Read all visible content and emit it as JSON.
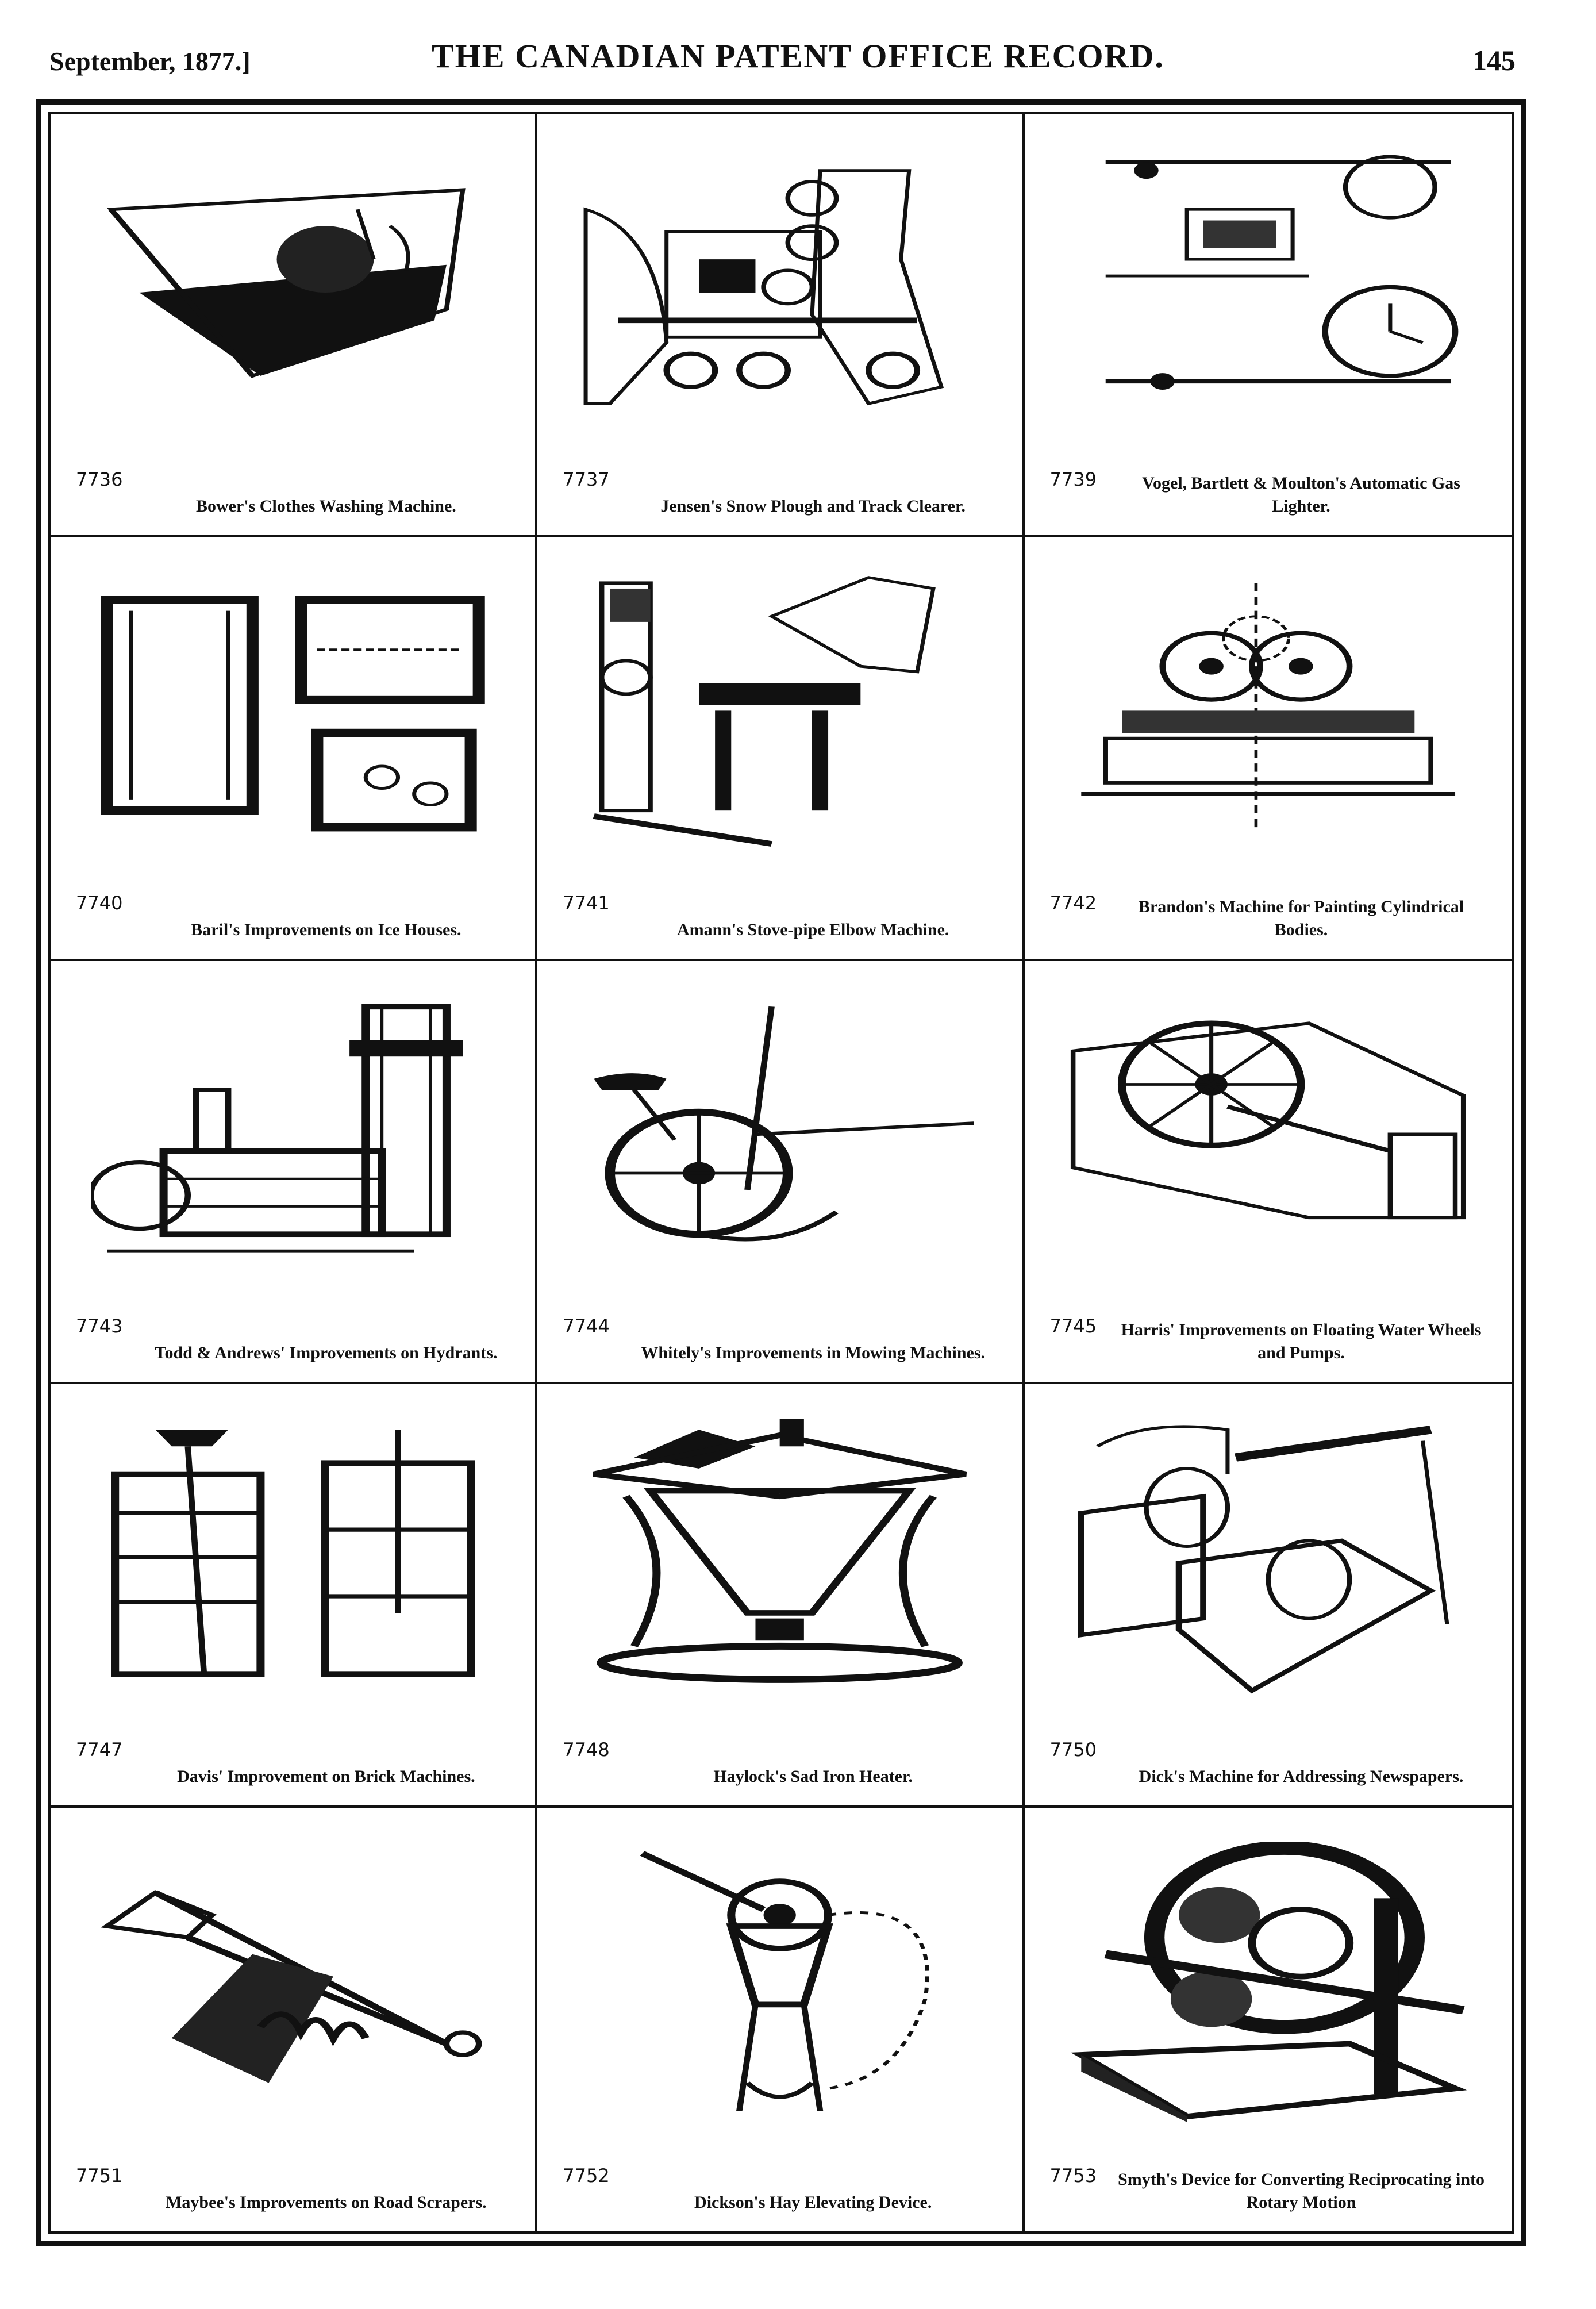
{
  "header": {
    "date": "September, 1877.]",
    "title": "THE CANADIAN PATENT OFFICE RECORD.",
    "page_number": "145"
  },
  "patents": [
    {
      "number": "7736",
      "caption": "Bower's Clothes Washing Machine.",
      "drawing": "washing-machine-drawing"
    },
    {
      "number": "7737",
      "caption": "Jensen's Snow Plough and Track Clearer.",
      "drawing": "snow-plough-drawing"
    },
    {
      "number": "7739",
      "caption": "Vogel, Bartlett & Moulton's Automatic Gas Lighter.",
      "drawing": "gas-lighter-drawing"
    },
    {
      "number": "7740",
      "caption": "Baril's Improvements on Ice Houses.",
      "drawing": "ice-house-drawing"
    },
    {
      "number": "7741",
      "caption": "Amann's Stove-pipe Elbow Machine.",
      "drawing": "stovepipe-machine-drawing"
    },
    {
      "number": "7742",
      "caption": "Brandon's Machine for Painting Cylindrical Bodies.",
      "drawing": "painting-machine-drawing"
    },
    {
      "number": "7743",
      "caption": "Todd & Andrews' Improvements on Hydrants.",
      "drawing": "hydrant-drawing"
    },
    {
      "number": "7744",
      "caption": "Whitely's Improvements in Mowing Machines.",
      "drawing": "mowing-machine-drawing"
    },
    {
      "number": "7745",
      "caption": "Harris' Improvements on Floating Water Wheels and Pumps.",
      "drawing": "water-wheel-drawing"
    },
    {
      "number": "7747",
      "caption": "Davis' Improvement on Brick Machines.",
      "drawing": "brick-machine-drawing"
    },
    {
      "number": "7748",
      "caption": "Haylock's Sad Iron Heater.",
      "drawing": "iron-heater-drawing"
    },
    {
      "number": "7750",
      "caption": "Dick's Machine for Addressing Newspapers.",
      "drawing": "addressing-machine-drawing"
    },
    {
      "number": "7751",
      "caption": "Maybee's Improvements on Road Scrapers.",
      "drawing": "road-scraper-drawing"
    },
    {
      "number": "7752",
      "caption": "Dickson's Hay Elevating Device.",
      "drawing": "hay-elevator-drawing"
    },
    {
      "number": "7753",
      "caption": "Smyth's Device for Converting Reciprocating into Rotary Motion",
      "drawing": "rotary-motion-drawing"
    }
  ],
  "colors": {
    "ink": "#111111",
    "paper": "#ffffff"
  }
}
